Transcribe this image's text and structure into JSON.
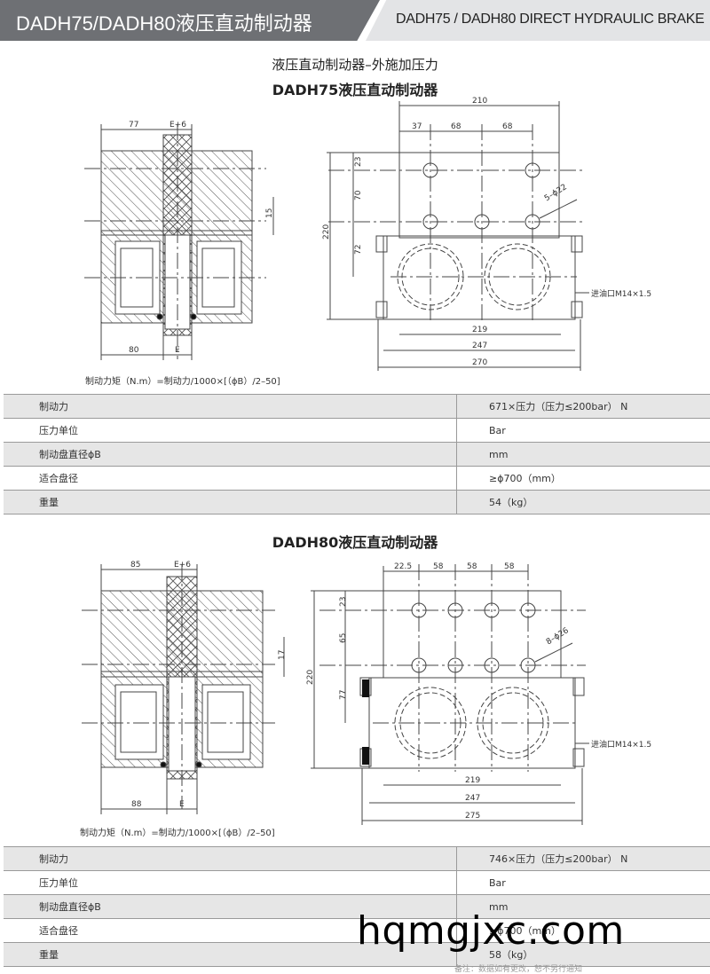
{
  "header": {
    "title_cn": "DADH75/DADH80液压直动制动器",
    "title_en": "DADH75 / DADH80 DIRECT HYDRAULIC BRAKE"
  },
  "section1": {
    "subtitle": "液压直动制动器–外施加压力",
    "model_title": "DADH75液压直动制动器",
    "side_view": {
      "dim_top_a": "77",
      "dim_top_b": "E+6",
      "dim_right": "15",
      "dim_bottom_a": "80",
      "dim_bottom_b": "E"
    },
    "front_view": {
      "dim_width": "210",
      "dim_seg_1": "37",
      "dim_seg_2": "68",
      "dim_seg_3": "68",
      "dim_v_1": "23",
      "dim_v_2": "70",
      "dim_v_3": "72",
      "dim_height": "220",
      "holes_label": "5–ϕ22",
      "oil_port": "进油口M14×1.5",
      "dim_b1": "219",
      "dim_b2": "247",
      "dim_b3": "270"
    },
    "formula": "制动力矩（N.m）=制动力/1000×[（ϕB）/2–50]",
    "table": [
      {
        "label": "制动力",
        "value": "671×压力（压力≤200bar）   N"
      },
      {
        "label": "压力单位",
        "value": "Bar"
      },
      {
        "label": "制动盘直径ϕB",
        "value": "mm"
      },
      {
        "label": "适合盘径",
        "value": "≥ϕ700（mm）"
      },
      {
        "label": "重量",
        "value": "54（kg）"
      }
    ]
  },
  "section2": {
    "model_title": "DADH80液压直动制动器",
    "side_view": {
      "dim_top_a": "85",
      "dim_top_b": "E+6",
      "dim_right": "17",
      "dim_bottom_a": "88",
      "dim_bottom_b": "E"
    },
    "front_view": {
      "dim_seg_1": "22.5",
      "dim_seg_2": "58",
      "dim_seg_3": "58",
      "dim_seg_4": "58",
      "dim_v_1": "23",
      "dim_v_2": "65",
      "dim_v_3": "77",
      "dim_height": "220",
      "holes_label": "8–ϕ26",
      "oil_port": "进油口M14×1.5",
      "dim_b1": "219",
      "dim_b2": "247",
      "dim_b3": "275"
    },
    "formula": "制动力矩（N.m）=制动力/1000×[（ϕB）/2–50]",
    "table": [
      {
        "label": "制动力",
        "value": "746×压力（压力≤200bar）   N"
      },
      {
        "label": "压力单位",
        "value": "Bar"
      },
      {
        "label": "制动盘直径ϕB",
        "value": "mm"
      },
      {
        "label": "适合盘径",
        "value": "≥ϕ700（mm）"
      },
      {
        "label": "重量",
        "value": "58（kg）"
      }
    ]
  },
  "watermark": "hqmgjxc.com",
  "footnote": "备注：数据如有更改，恕不另行通知"
}
